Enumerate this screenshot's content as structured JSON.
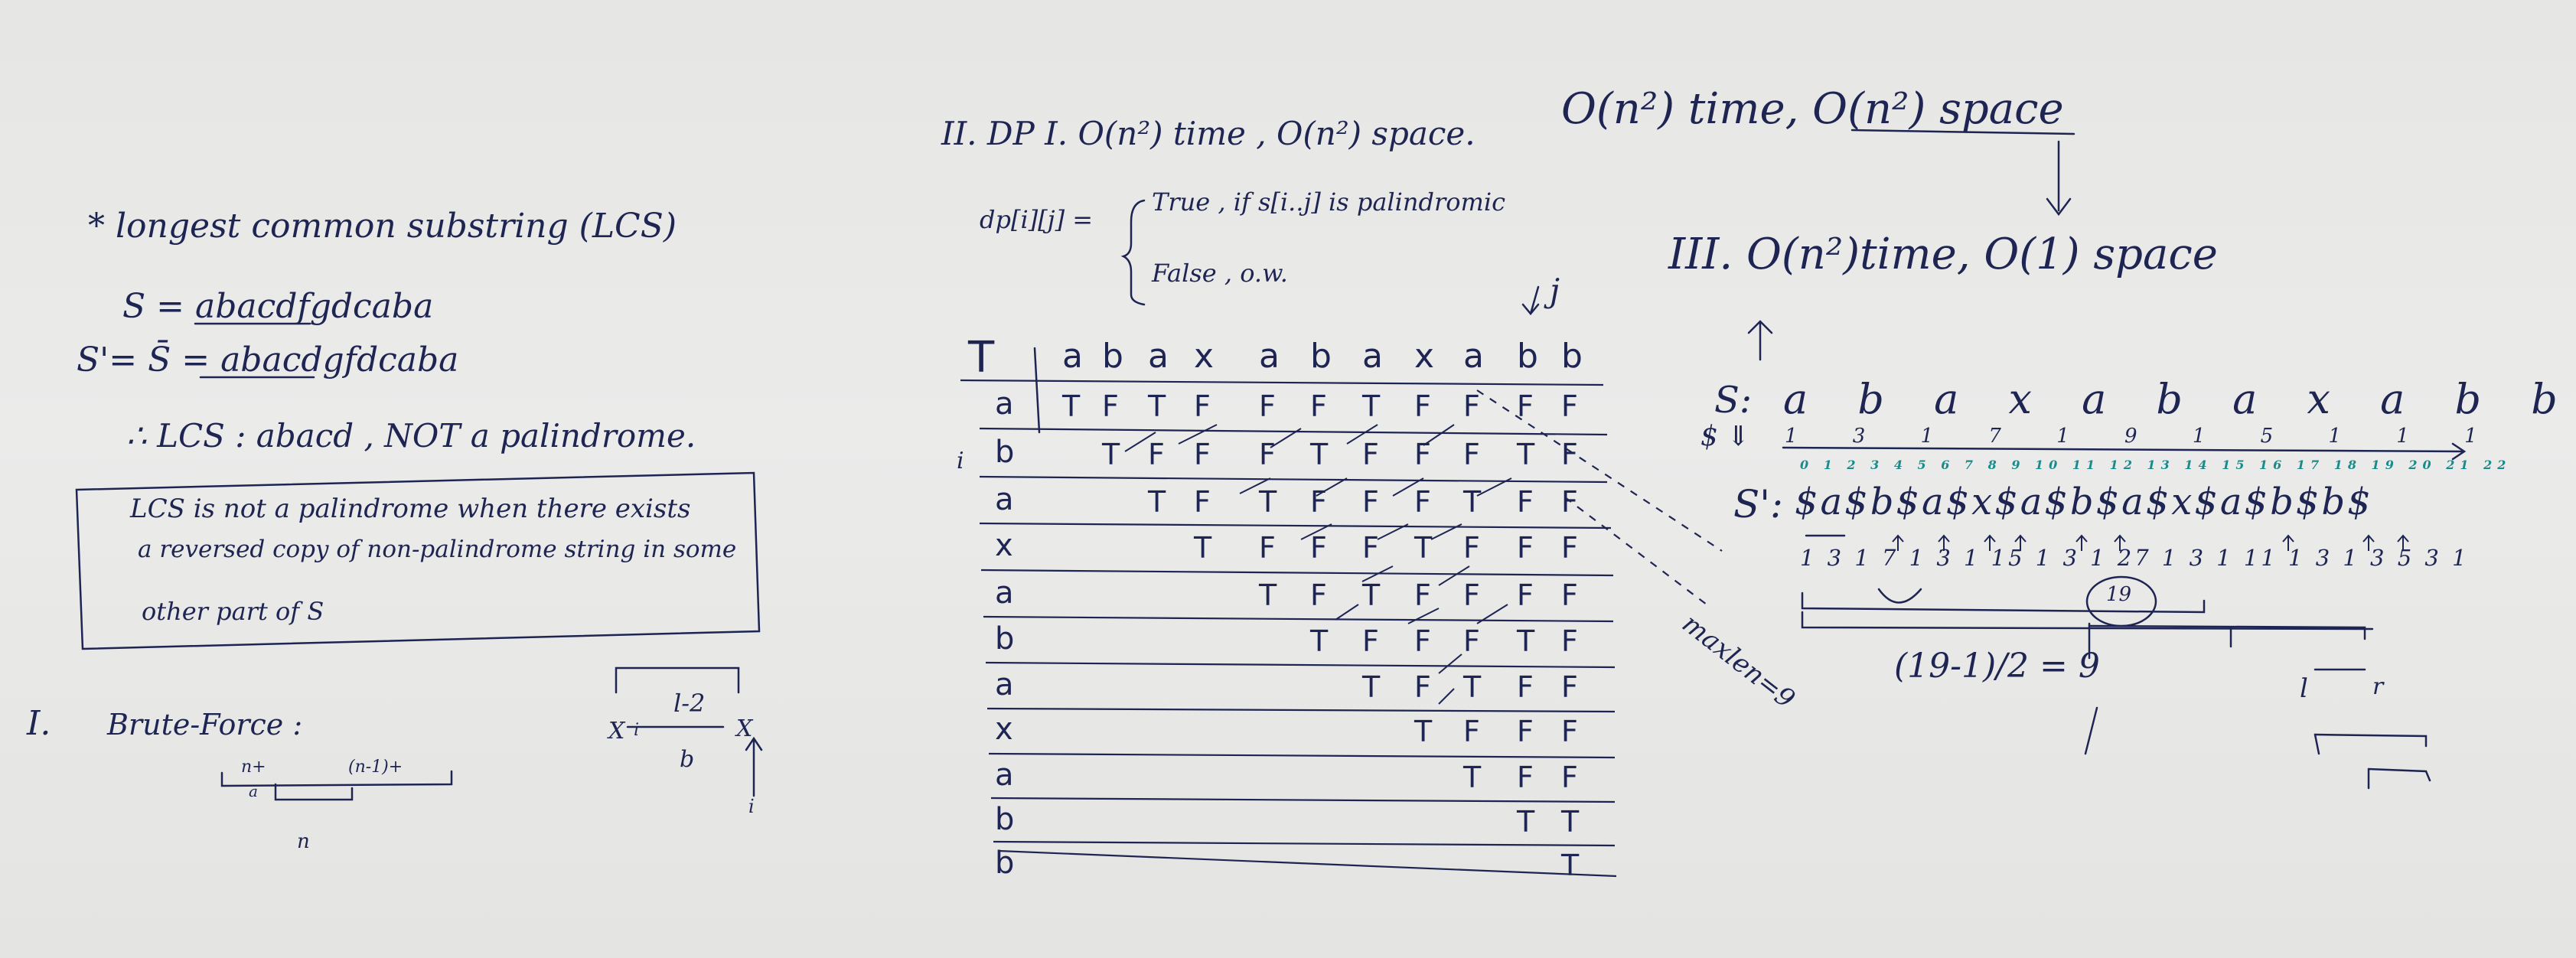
{
  "left": {
    "lcs_title": "* longest common substring (LCS)",
    "s_line": "S = abacdfgdcaba",
    "s_rev_line": "S'= S̄ = abacdgfdcaba",
    "conclusion": "∴ LCS : abacd , NOT a palindrome.",
    "box_line1": "LCS is not a palindrome when there exists",
    "box_line2": "a reversed copy of non-palindrome string in some",
    "box_line3": "other part of S",
    "section1": "I.",
    "brute_force": "Brute-Force :",
    "bf_n1": "n+",
    "bf_n2": "(n-1)+",
    "bf_a": "a",
    "bf_n": "n",
    "diag_l2": "l-2",
    "diag_x1": "X",
    "diag_i": "i",
    "diag_x2": "X",
    "diag_b": "b",
    "diag_i2": "i"
  },
  "middle": {
    "section2": "II. DP I. O(n²) time , O(n²) space.",
    "dp_def": "dp[i][j] =",
    "case_true": "True , if s[i..j] is palindromic",
    "case_false": "False , o.w.",
    "j_label": "j",
    "i_label": "i",
    "corner": "T",
    "maxlen": "maxlen=9",
    "headers": [
      "a",
      "b",
      "a",
      "x",
      "a",
      "b",
      "a",
      "x",
      "a",
      "b",
      "b"
    ],
    "row_labels": [
      "a",
      "b",
      "a",
      "x",
      "a",
      "b",
      "a",
      "x",
      "a",
      "b",
      "b"
    ],
    "rows": [
      [
        "T",
        "F",
        "T",
        "F",
        "F",
        "F",
        "T",
        "F",
        "F",
        "F",
        "F"
      ],
      [
        "T",
        "F",
        "F",
        "F",
        "T",
        "F",
        "F",
        "F",
        "T",
        "F"
      ],
      [
        "T",
        "F",
        "T",
        "F",
        "F",
        "F",
        "T",
        "F",
        "F"
      ],
      [
        "T",
        "F",
        "F",
        "F",
        "T",
        "F",
        "F",
        "F"
      ],
      [
        "T",
        "F",
        "T",
        "F",
        "F",
        "F",
        "F"
      ],
      [
        "T",
        "F",
        "F",
        "F",
        "T",
        "F"
      ],
      [
        "T",
        "F",
        "T",
        "F",
        "F"
      ],
      [
        "T",
        "F",
        "F",
        "F"
      ],
      [
        "T",
        "F",
        "F"
      ],
      [
        "T",
        "T"
      ],
      [
        "T"
      ]
    ]
  },
  "right": {
    "top_complexity": "O(n²) time, O(n²) space",
    "section3": "III. O(n²)time, O(1) space",
    "s_label": "S:",
    "s_chars": "a b a x a b a x a b b",
    "dollar_label": "$ ⇓",
    "s_nums": "1 3 1 7 1 9 1 5 1 1 1",
    "index_row": "0 1 2 3 4 5 6 7 8 9 10 11 12 13 14 15 16 17 18 19 20 21 22",
    "sprime_label": "S':",
    "sprime_chars": "$a$b$a$x$a$b$a$x$a$b$b$",
    "p_values": "1 3 1 7 1 3 1 15 1 3 1 27 1 3 1 11 1 3 1 3 5 3 1",
    "circle_value": "19",
    "formula": "(19-1)/2 = 9",
    "l_label": "l",
    "r_label": "r"
  }
}
